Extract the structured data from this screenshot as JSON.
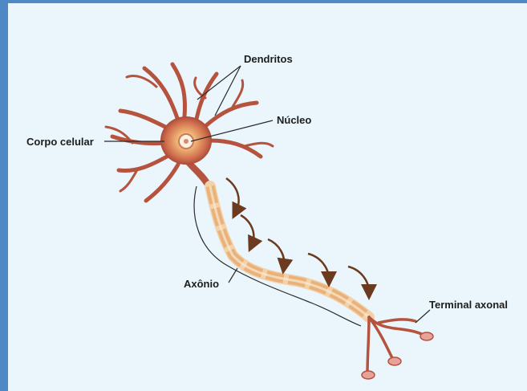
{
  "labels": {
    "dendrites": "Dendritos",
    "nucleus": "Núcleo",
    "cell_body": "Corpo celular",
    "axon": "Axônio",
    "axon_terminal": "Terminal axonal"
  },
  "colors": {
    "frame_border": "#4f89c5",
    "background": "#eaf6fb",
    "soma": "#c0504a",
    "dendrite": "#b5533f",
    "myelin": "#e8b27a",
    "arrow": "#6b3a1f",
    "leader": "#2b2b2b"
  }
}
